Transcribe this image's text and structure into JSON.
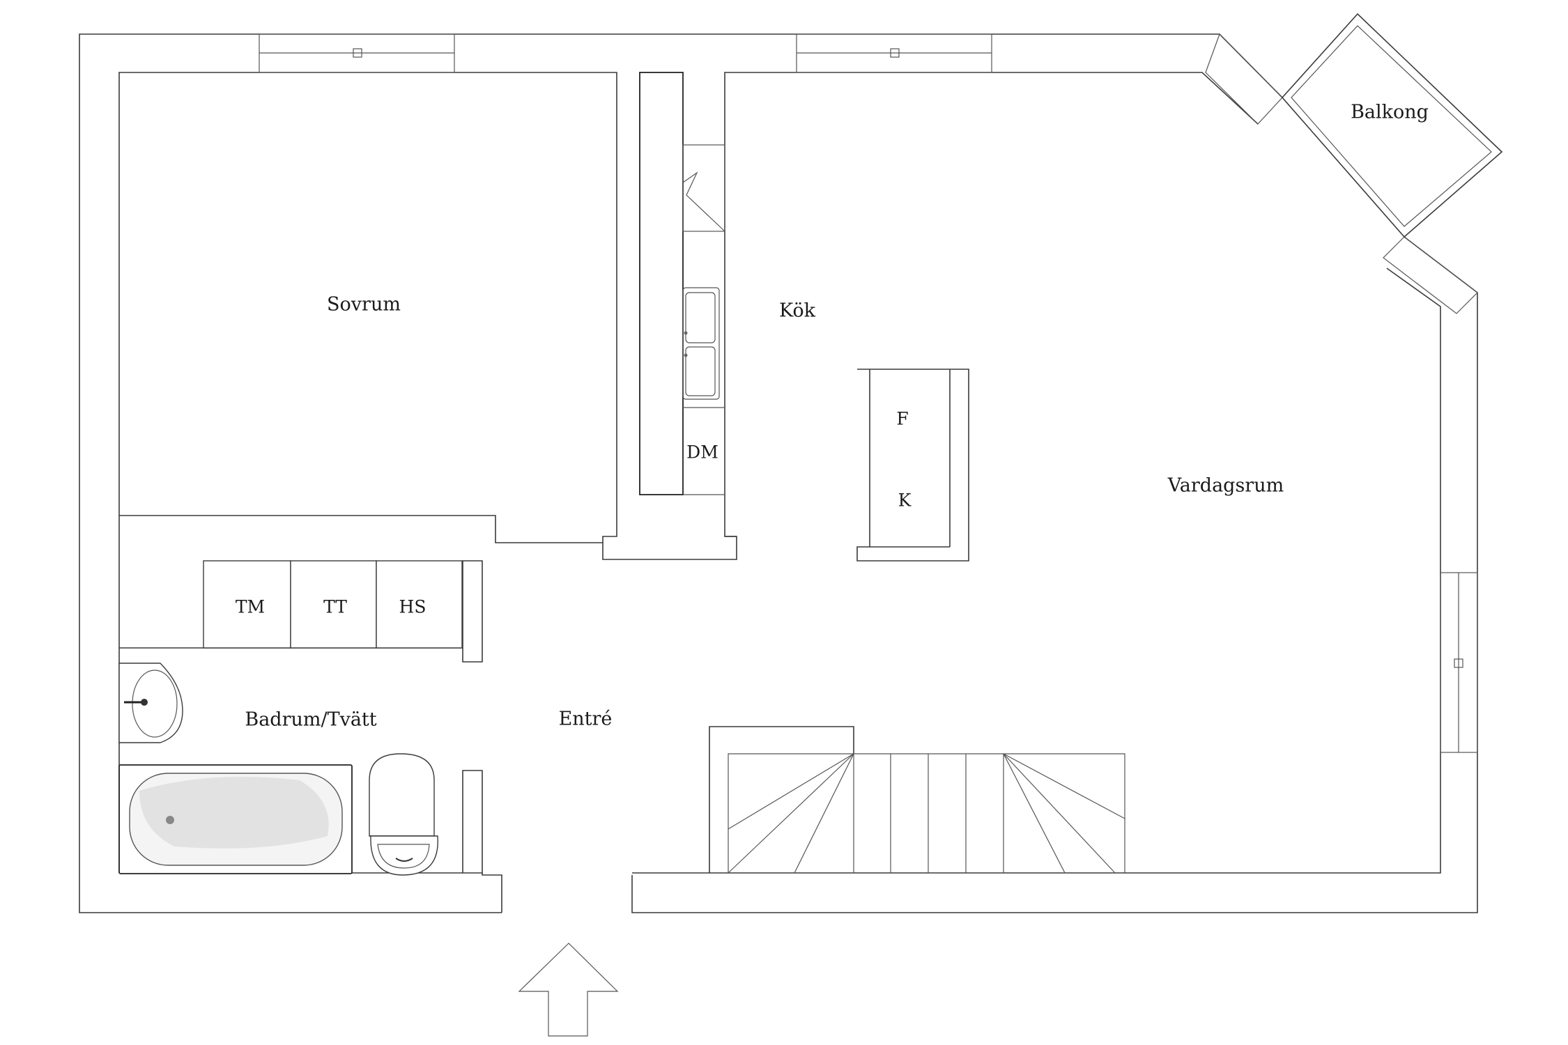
{
  "rooms": {
    "sovrum": "Sovrum",
    "kok": "Kök",
    "vardagsrum": "Vardagsrum",
    "balkong": "Balkong",
    "badrum": "Badrum/Tvätt",
    "entre": "Entré"
  },
  "appliances": {
    "dishwasher": "DM",
    "fridge": "F",
    "freezer": "K",
    "washer": "TM",
    "dryer": "TT",
    "cabinet": "HS"
  },
  "icons": {
    "entrance": "up-arrow-icon",
    "stairs": "staircase-icon",
    "sink": "double-sink-icon",
    "washbasin": "washbasin-icon",
    "bathtub": "bathtub-icon",
    "toilet": "toilet-icon"
  }
}
